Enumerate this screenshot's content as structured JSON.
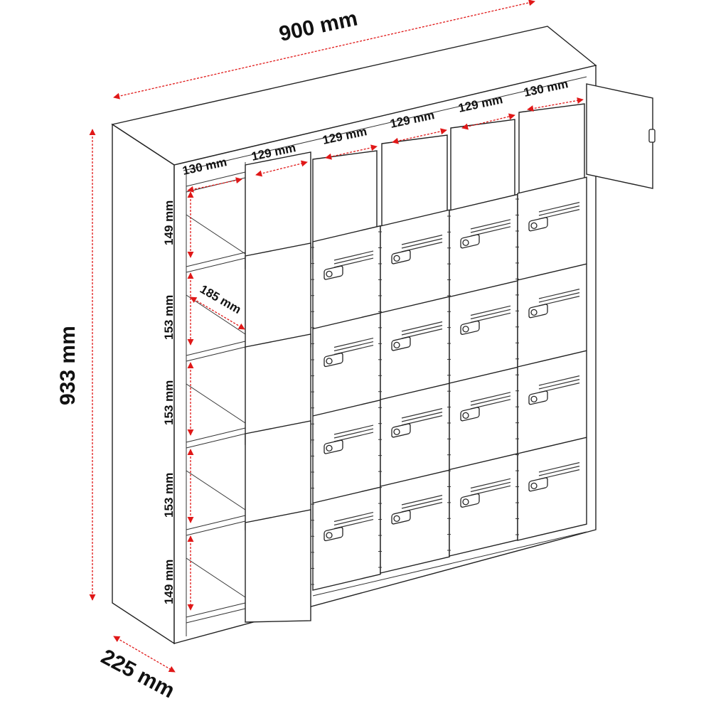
{
  "colors": {
    "dimension": "#e01818",
    "line": "#222222",
    "background": "#ffffff"
  },
  "dimensions": {
    "width": "900 mm",
    "height": "933 mm",
    "depth": "225 mm",
    "compartment_depth": "185 mm",
    "column_widths": [
      "130 mm",
      "129 mm",
      "129 mm",
      "129 mm",
      "129 mm",
      "130 mm"
    ],
    "row_heights": [
      "149 mm",
      "153 mm",
      "153 mm",
      "153 mm",
      "149 mm"
    ]
  }
}
